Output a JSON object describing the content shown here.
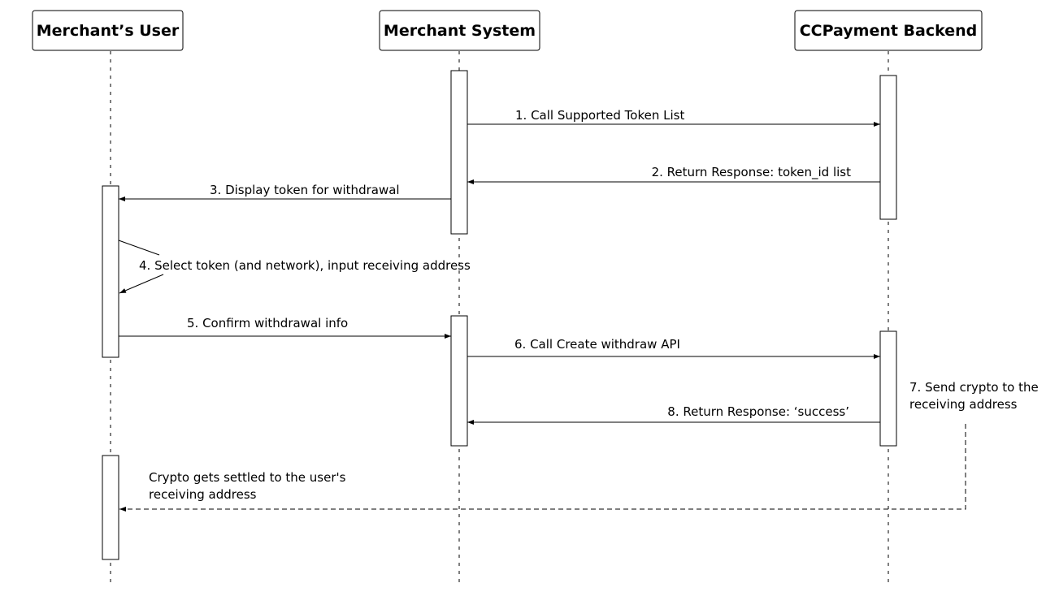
{
  "participants": [
    {
      "id": "user",
      "label": "Merchant’s User"
    },
    {
      "id": "system",
      "label": "Merchant System"
    },
    {
      "id": "backend",
      "label": "CCPayment Backend"
    }
  ],
  "messages": [
    {
      "id": "m1",
      "from": "system",
      "to": "backend",
      "label": "1. Call Supported Token List",
      "style": "solid"
    },
    {
      "id": "m2",
      "from": "backend",
      "to": "system",
      "label": "2. Return Response: token_id list",
      "style": "solid"
    },
    {
      "id": "m3",
      "from": "system",
      "to": "user",
      "label": "3. Display token for withdrawal",
      "style": "solid"
    },
    {
      "id": "m4",
      "from": "user",
      "to": "user",
      "label": "4. Select token (and network), input receiving address",
      "style": "solid"
    },
    {
      "id": "m5",
      "from": "user",
      "to": "system",
      "label": "5. Confirm withdrawal info",
      "style": "solid"
    },
    {
      "id": "m6",
      "from": "system",
      "to": "backend",
      "label": "6. Call Create withdraw API",
      "style": "solid"
    },
    {
      "id": "m7",
      "from": "backend",
      "to": "backend",
      "label_lines": [
        "7. Send crypto to the",
        "receiving address"
      ],
      "style": "none"
    },
    {
      "id": "m8",
      "from": "backend",
      "to": "system",
      "label": "8. Return Response: ‘success’",
      "style": "solid"
    },
    {
      "id": "m9",
      "from": "backend",
      "to": "user",
      "label_lines": [
        "Crypto gets settled to the user's",
        "receiving address"
      ],
      "style": "dashed"
    }
  ],
  "colors": {
    "line": "#000000",
    "background": "#ffffff"
  }
}
